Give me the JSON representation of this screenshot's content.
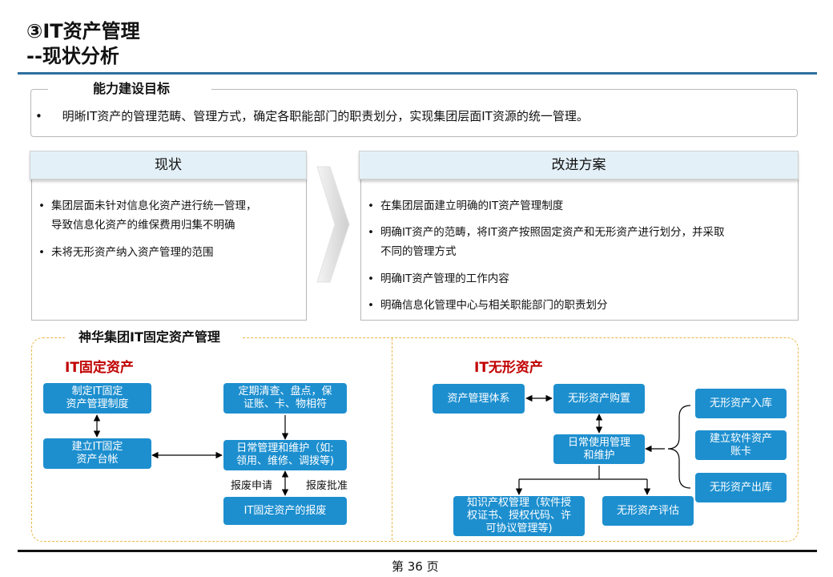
{
  "title": {
    "line1": "③IT资产管理",
    "line2": "--现状分析"
  },
  "goal": {
    "heading": "能力建设目标",
    "bullet": "•",
    "text": "明晰IT资产的管理范畴、管理方式，确定各职能部门的职责划分，实现集团层面IT资源的统一管理。"
  },
  "current": {
    "heading": "现状",
    "items": [
      "集团层面未针对信息化资产进行统一管理，",
      "导致信息化资产的维保费用归集不明确",
      "未将无形资产纳入资产管理的范围"
    ]
  },
  "improve": {
    "heading": "改进方案",
    "items": [
      "在集团层面建立明确的IT资产管理制度",
      "明确IT资产的范畴，将IT资产按照固定资产和无形资产进行划分，并采取",
      "不同的管理方式",
      "明确IT资产管理的工作内容",
      "明确信息化管理中心与相关职能部门的职责划分"
    ]
  },
  "section": {
    "title": "神华集团IT固定资产管理"
  },
  "fixed": {
    "heading": "IT固定资产",
    "box_policy": [
      "制定IT固定",
      "资产管理制度"
    ],
    "box_ledger": [
      "建立IT固定",
      "资产台帐"
    ],
    "box_inventory": [
      "定期清查、盘点，保",
      "证账、卡、物相符"
    ],
    "box_daily": [
      "日常管理和维护（如:",
      "领用、维修、调拨等)"
    ],
    "box_scrap": "IT固定资产的报废",
    "label_apply": "报废申请",
    "label_approve": "报废批准"
  },
  "intangible": {
    "heading": "IT无形资产",
    "box_system": "资产管理体系",
    "box_purchase": "无形资产购置",
    "box_daily": [
      "日常使用管理",
      "和维护"
    ],
    "box_ip": [
      "知识产权管理（软件授",
      "权证书、授权代码、许",
      "可协议管理等)"
    ],
    "box_eval": "无形资产评估",
    "box_in": "无形资产入库",
    "box_card": [
      "建立软件资产",
      "账卡"
    ],
    "box_out": "无形资产出库"
  },
  "footer": {
    "page": "第 36 页"
  }
}
